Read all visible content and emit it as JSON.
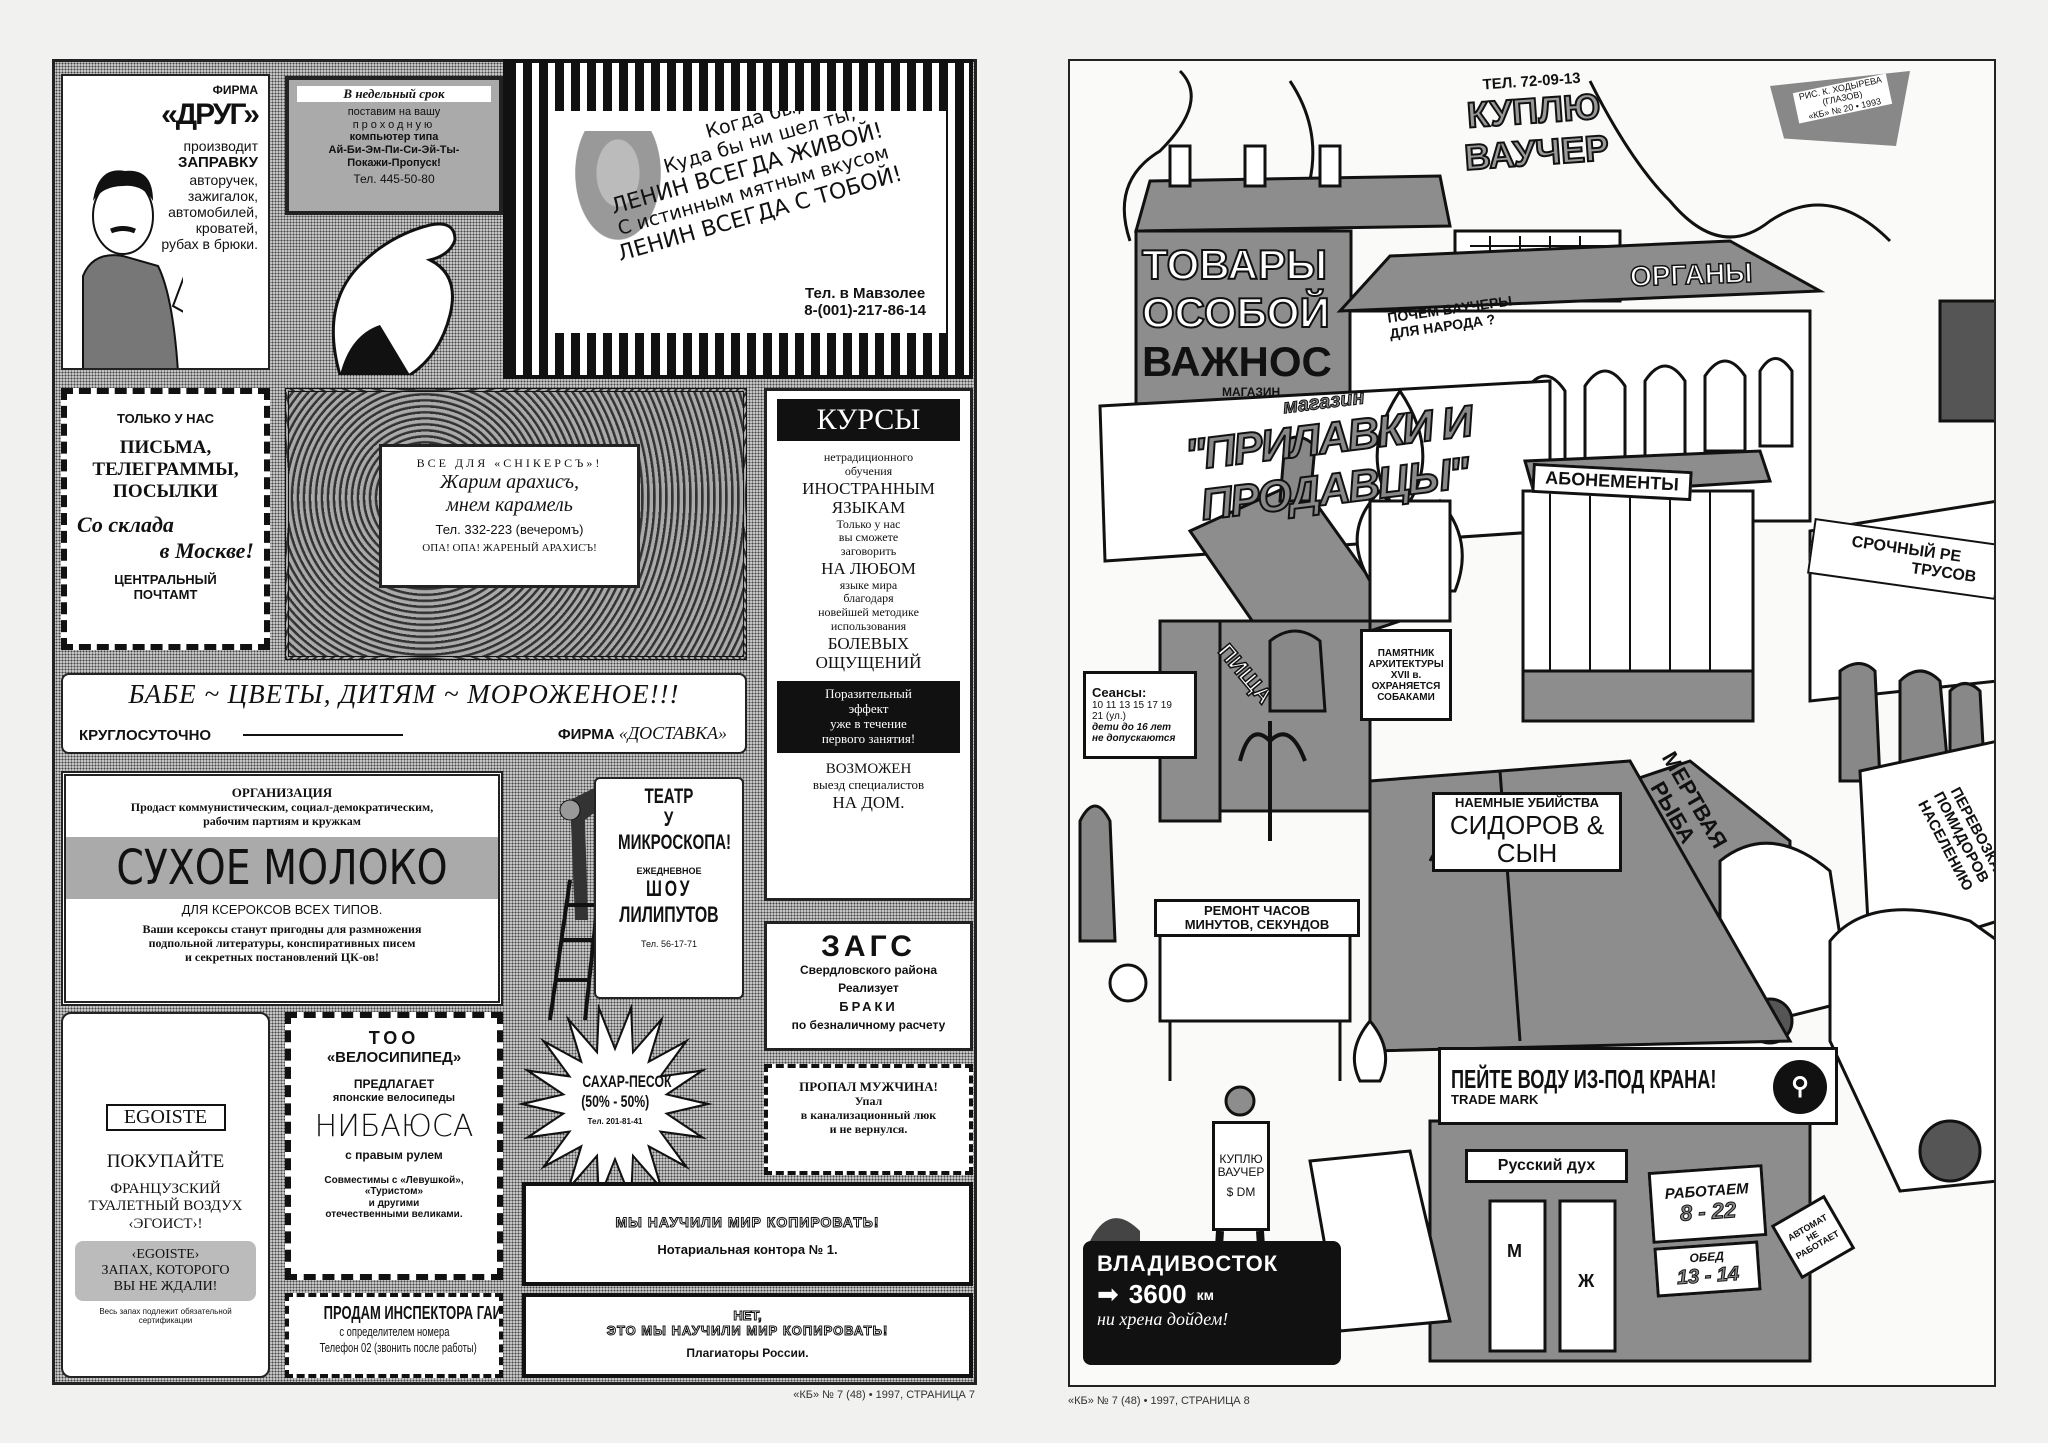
{
  "left_page": {
    "drug": {
      "firm": "ФИРМА",
      "name": "«ДРУГ»",
      "produces": "производит",
      "service": "ЗАПРАВКУ",
      "items": [
        "авторучек,",
        "зажигалок,",
        "автомобилей,",
        "кроватей,",
        "рубах в брюки."
      ]
    },
    "computer": {
      "headline": "В недельный срок",
      "lines": [
        "поставим на вашу",
        "проходную"
      ],
      "product": [
        "компьютер типа",
        "Ай-Би-Эм-Пи-Си-Эй-Ты-",
        "Покажи-Пропуск!"
      ],
      "phone": "Тел.  445-50-80"
    },
    "lenin": {
      "lines": [
        "Когда бы,",
        "Куда бы ни шел ты,",
        "ЛЕНИН  ВСЕГДА  ЖИВОЙ!",
        "С истинным мятным вкусом",
        "ЛЕНИН ВСЕГДА С ТОБОЙ!"
      ],
      "phone_label": "Тел. в Мавзолее",
      "phone": "8-(001)-217-86-14"
    },
    "post": {
      "top": "ТОЛЬКО У НАС",
      "items": [
        "ПИСЬМА,",
        "ТЕЛЕГРАММЫ,",
        "ПОСЫЛКИ"
      ],
      "slogan": [
        "Со склада",
        "в Москве!"
      ],
      "place": [
        "ЦЕНТРАЛЬНЫЙ",
        "ПОЧТАМТ"
      ]
    },
    "snickers": {
      "title": "ВСЕ ДЛЯ «СНIКЕРСЪ»!",
      "lines": [
        "Жарим арахисъ,",
        "мнем карамель"
      ],
      "phone": "Тел. 332-223 (вечеромъ)",
      "footer": "ОПА! ОПА! ЖАРЕНЫЙ АРАХИСЪ!"
    },
    "courses": {
      "title": "КУРСЫ",
      "lines": [
        [
          "нетрадиционного",
          "s"
        ],
        [
          "обучения",
          "s"
        ],
        [
          "ИНОСТРАННЫМ",
          "l"
        ],
        [
          "ЯЗЫКАМ",
          "l"
        ],
        [
          "Только у нас",
          "s"
        ],
        [
          "вы сможете",
          "s"
        ],
        [
          "заговорить",
          "s"
        ],
        [
          "НА ЛЮБОМ",
          "l"
        ],
        [
          "языке мира",
          "s"
        ],
        [
          "благодаря",
          "s"
        ],
        [
          "новейшей методике",
          "s"
        ],
        [
          "использования",
          "s"
        ],
        [
          "БОЛЕВЫХ",
          "l"
        ],
        [
          "ОЩУЩЕНИЙ",
          "l"
        ]
      ],
      "promo": [
        "Поразительный",
        "эффект",
        "уже в течение",
        "первого занятия!"
      ],
      "bottom": [
        "ВОЗМОЖЕН",
        "выезд специалистов",
        "НА ДОМ."
      ]
    },
    "delivery": {
      "slogan": "БАБЕ ~ ЦВЕТЫ, ДИТЯМ ~ МОРОЖЕНОЕ!!!",
      "hours": "КРУГЛОСУТОЧНО",
      "firm_label": "ФИРМА",
      "firm": "«ДОСТАВКА»"
    },
    "milk": {
      "org": "ОРГАНИЗАЦИЯ",
      "sells": [
        "Продаст коммунистическим, социал-демократическим,",
        "рабочим партиям и кружкам"
      ],
      "product": "СУХОЕ МОЛОКО",
      "for": "ДЛЯ КСЕРОКСОВ ВСЕХ ТИПОВ.",
      "desc": [
        "Ваши ксероксы станут пригодны для размножения",
        "подпольной литературы, конспиративных писем",
        "и секретных постановлений ЦК-ов!"
      ]
    },
    "theatre": {
      "title": [
        "ТЕАТР",
        "У",
        "МИКРОСКОПА!"
      ],
      "daily": "ЕЖЕДНЕВНОЕ",
      "show": [
        "ШОУ",
        "ЛИЛИПУТОВ"
      ],
      "phone": "Тел. 56-17-71"
    },
    "zags": {
      "title": "ЗАГС",
      "district": "Свердловского района",
      "sells": "Реализует",
      "product": "БРАКИ",
      "terms": "по безналичному расчету"
    },
    "egoiste": {
      "logo": "EGOISTE",
      "buy": "ПОКУПАЙТЕ",
      "desc": [
        "ФРАНЦУЗСКИЙ",
        "ТУАЛЕТНЫЙ ВОЗДУХ",
        "‹ЭГОИСТ›!"
      ],
      "brand": "‹EGOISTE›",
      "tagline": [
        "ЗАПАХ, КОТОРОГО",
        "ВЫ НЕ ЖДАЛИ!"
      ],
      "note": [
        "Весь запах подлежит обязательной",
        "сертификации"
      ]
    },
    "bike": {
      "firm": [
        "ТОО",
        "«ВЕЛОСИПИПЕД»"
      ],
      "offers": [
        "ПРЕДЛАГАЕТ",
        "японские велосипеды"
      ],
      "brand": "НИБАЮСА",
      "feature": "с правым рулем",
      "compat": [
        "Совместимы с «Левушкой»,",
        "«Туристом»",
        "и другими",
        "отечественными великами."
      ]
    },
    "sugar": {
      "lines": [
        "САХАР-ПЕСОК",
        "(50% - 50%)"
      ],
      "phone": "Тел. 201-81-41"
    },
    "missing": {
      "title": "ПРОПАЛ МУЖЧИНА!",
      "lines": [
        "Упал",
        "в канализационный люк",
        "и не вернулся."
      ]
    },
    "notary": {
      "slogan": "МЫ НАУЧИЛИ МИР КОПИРОВАТЬ!",
      "name": "Нотариальная контора № 1."
    },
    "gai": {
      "title": "ПРОДАМ ИНСПЕКТОРА ГАИ",
      "lines": [
        "с определителем номера",
        "Телефон 02 (звонить после работы)"
      ]
    },
    "plagiary": {
      "lines": [
        "НЕТ,",
        "ЭТО МЫ НАУЧИЛИ МИР КОПИРОВАТЬ!"
      ],
      "name": "Плагиаторы России."
    },
    "footer": "«КБ» № 7 (48) • 1997, СТРАНИЦА 7"
  },
  "right_page": {
    "voucher_building": {
      "phone": "ТЕЛ. 72-09-13",
      "lines": [
        "КУПЛЮ",
        "ВАУЧЕР"
      ]
    },
    "credit": [
      "РИС. К. ХОДЫРЕВА",
      "(ГЛАЗОВ)",
      "«КБ» № 20 • 1993"
    ],
    "special_goods": {
      "lines": [
        "ТОВАРЫ",
        "ОСОБОЙ",
        "ВАЖНОС"
      ],
      "shop": "МАГАЗИН"
    },
    "organs": "ОРГАНЫ",
    "graffiti": [
      "ПОЧЕМ ВАУЧЕРЫ",
      "ДЛЯ НАРОДА ?"
    ],
    "counters": {
      "shop": "магазин",
      "name": "\"ПРИЛАВКИ И ПРОДАВЦЫ\""
    },
    "subscriptions": "АБОНЕМЕНТЫ",
    "repair": [
      "СРОЧНЫЙ РЕ",
      "ТРУСОВ"
    ],
    "food": "ПИЩА",
    "monument": [
      "ПАМЯТНИК",
      "АРХИТЕКТУРЫ",
      "XVII в.",
      "ОХРАНЯЕТСЯ",
      "СОБАКАМИ"
    ],
    "sessions": [
      "Сеансы:",
      "10 11 13 15 17 19",
      "21 (ул.)",
      "дети до 16 лет",
      "не допускаются"
    ],
    "tanker": [
      "МЕРТВАЯ",
      "РЫБА"
    ],
    "tomatoes": [
      "ПЕРЕВОЗКА",
      "ПОМИДОРОВ",
      "НАСЕЛЕНИЮ"
    ],
    "killers": {
      "top": "НАЕМНЫЕ УБИЙСТВА",
      "name": "СИДОРОВ & СЫН"
    },
    "watch_repair": [
      "РЕМОНТ  ЧАСОВ",
      "МИНУТОВ, СЕКУНДОВ"
    ],
    "water": {
      "slogan": "ПЕЙТЕ ВОДУ ИЗ-ПОД КРАНА!",
      "tm": "TRADE   MARK"
    },
    "russian_spirit": "Русский дух",
    "doors": [
      "М",
      "Ж"
    ],
    "hours": {
      "label": "РАБОТАЕМ",
      "time": "8 - 22",
      "lunch_label": "ОБЕД",
      "lunch": "13 - 14"
    },
    "machine": [
      "АВТОМАТ",
      "НЕ",
      "РАБОТАЕТ"
    ],
    "voucher_man": [
      "КУПЛЮ",
      "ВАУЧЕР",
      "$  DM"
    ],
    "road_sign": {
      "city": "ВЛАДИВОСТОК",
      "distance": "3600",
      "unit": "км",
      "slogan": [
        "ни хрена",
        "дойдем!"
      ]
    },
    "footer": "«КБ» № 7 (48) • 1997, СТРАНИЦА 8"
  }
}
